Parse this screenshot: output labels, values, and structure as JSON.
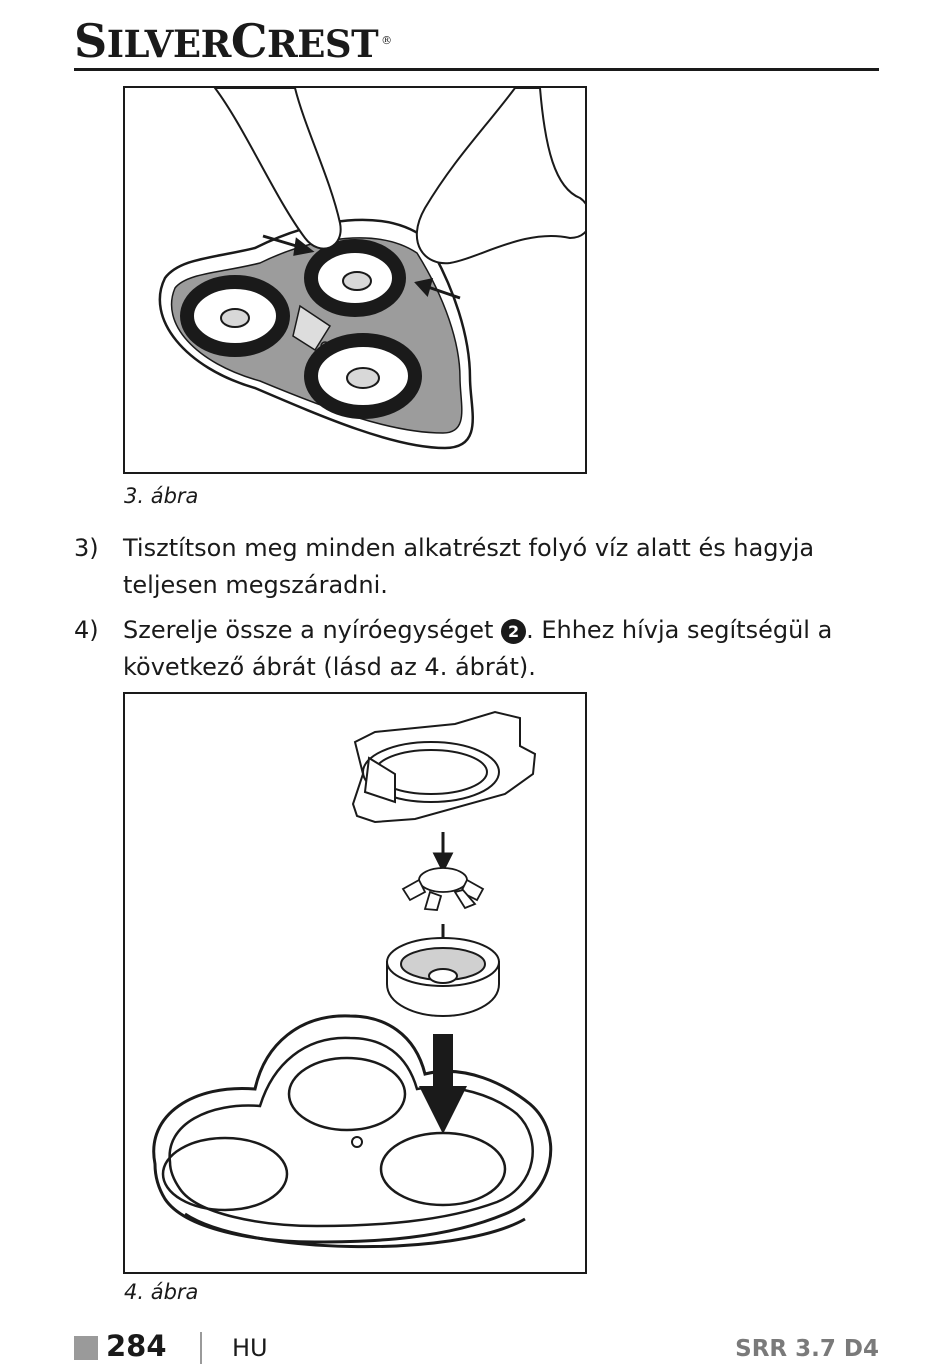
{
  "header": {
    "logo_text": "SILVERCREST",
    "logo_registered": "®"
  },
  "figure3": {
    "caption": "3. ábra"
  },
  "steps": [
    {
      "number": "3)",
      "text": "Tisztítson meg minden alkatrészt folyó víz alatt és hagyja teljesen megszáradni."
    },
    {
      "number": "4)",
      "text_before": "Szerelje össze a nyíróegységet ",
      "ref_badge": "2",
      "text_after": ". Ehhez hívja segítségül a következő ábrát (lásd az 4. ábrát)."
    }
  ],
  "figure4": {
    "caption": "4. ábra"
  },
  "footer": {
    "page_number": "284",
    "language": "HU",
    "model": "SRR 3.7 D4"
  }
}
